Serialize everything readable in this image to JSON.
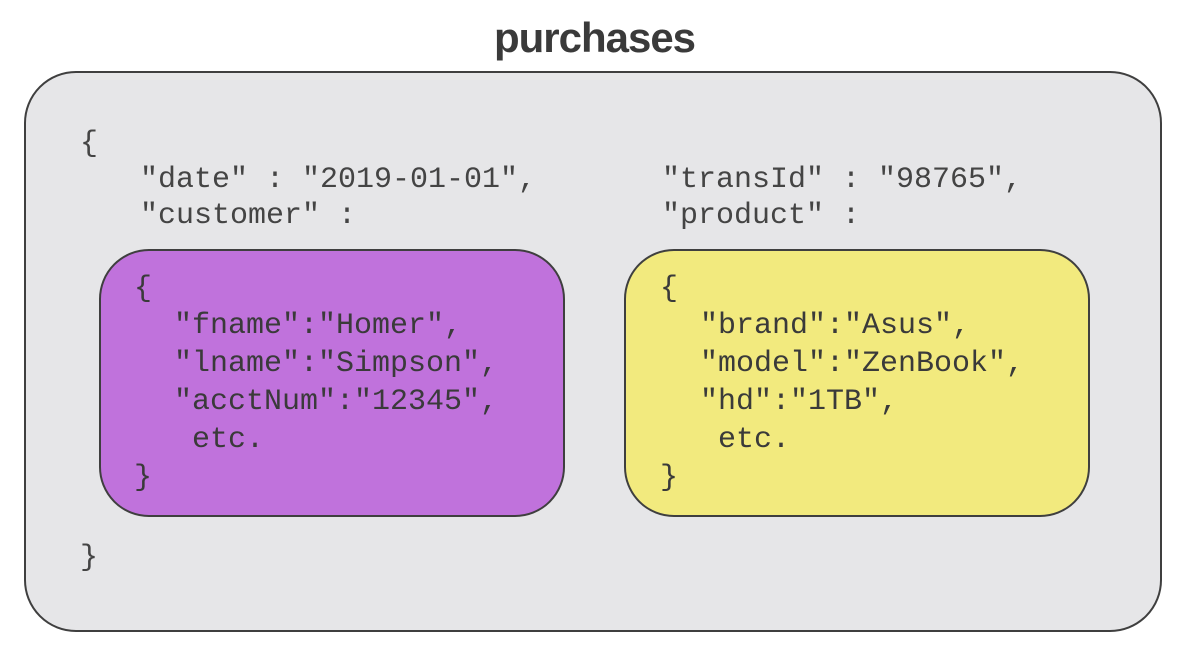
{
  "title": "purchases",
  "colors": {
    "outer_background": "#e6e6e8",
    "customer_background": "#c072dc",
    "product_background": "#f2ea7e",
    "border": "#3f3f3f",
    "text": "#444444"
  },
  "document": {
    "open_brace": "{",
    "close_brace": "}",
    "date_line": "\"date\" : \"2019-01-01\",",
    "customer_key": "\"customer\" :",
    "transid_line": "\"transId\" : \"98765\",",
    "product_key": "\"product\" :"
  },
  "customer": {
    "open_brace": "{",
    "lines": [
      "\"fname\":\"Homer\",",
      "\"lname\":\"Simpson\",",
      "\"acctNum\":\"12345\",",
      " etc."
    ],
    "close_brace": "}"
  },
  "product": {
    "open_brace": "{",
    "lines": [
      "\"brand\":\"Asus\",",
      "\"model\":\"ZenBook\",",
      "\"hd\":\"1TB\",",
      " etc."
    ],
    "close_brace": "}"
  }
}
